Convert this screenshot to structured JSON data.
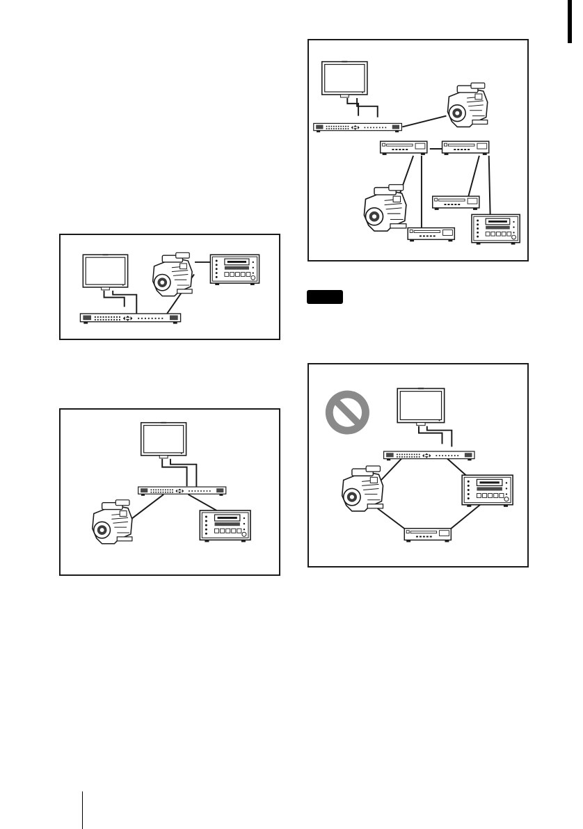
{
  "page": {
    "note_label": "",
    "colors": {
      "line": "#1a1a1a",
      "prohibit": "#8a8a8a"
    }
  },
  "diagrams": [
    {
      "id": "a",
      "devices": [
        "monitor-icon",
        "camcorder-icon",
        "video-recorder-icon",
        "switcher-icon"
      ],
      "prohibited": false
    },
    {
      "id": "b",
      "devices": [
        "monitor-icon",
        "switcher-icon",
        "camcorder-icon",
        "video-recorder-icon"
      ],
      "prohibited": false
    },
    {
      "id": "c",
      "devices": [
        "monitor-icon",
        "switcher-icon",
        "camcorder-icon",
        "deck-icon",
        "deck-icon",
        "camcorder-icon",
        "deck-icon",
        "deck-icon",
        "video-recorder-icon"
      ],
      "prohibited": false
    },
    {
      "id": "d",
      "devices": [
        "prohibition-icon",
        "monitor-icon",
        "switcher-icon",
        "camcorder-icon",
        "video-recorder-icon",
        "deck-icon"
      ],
      "prohibited": true
    }
  ]
}
